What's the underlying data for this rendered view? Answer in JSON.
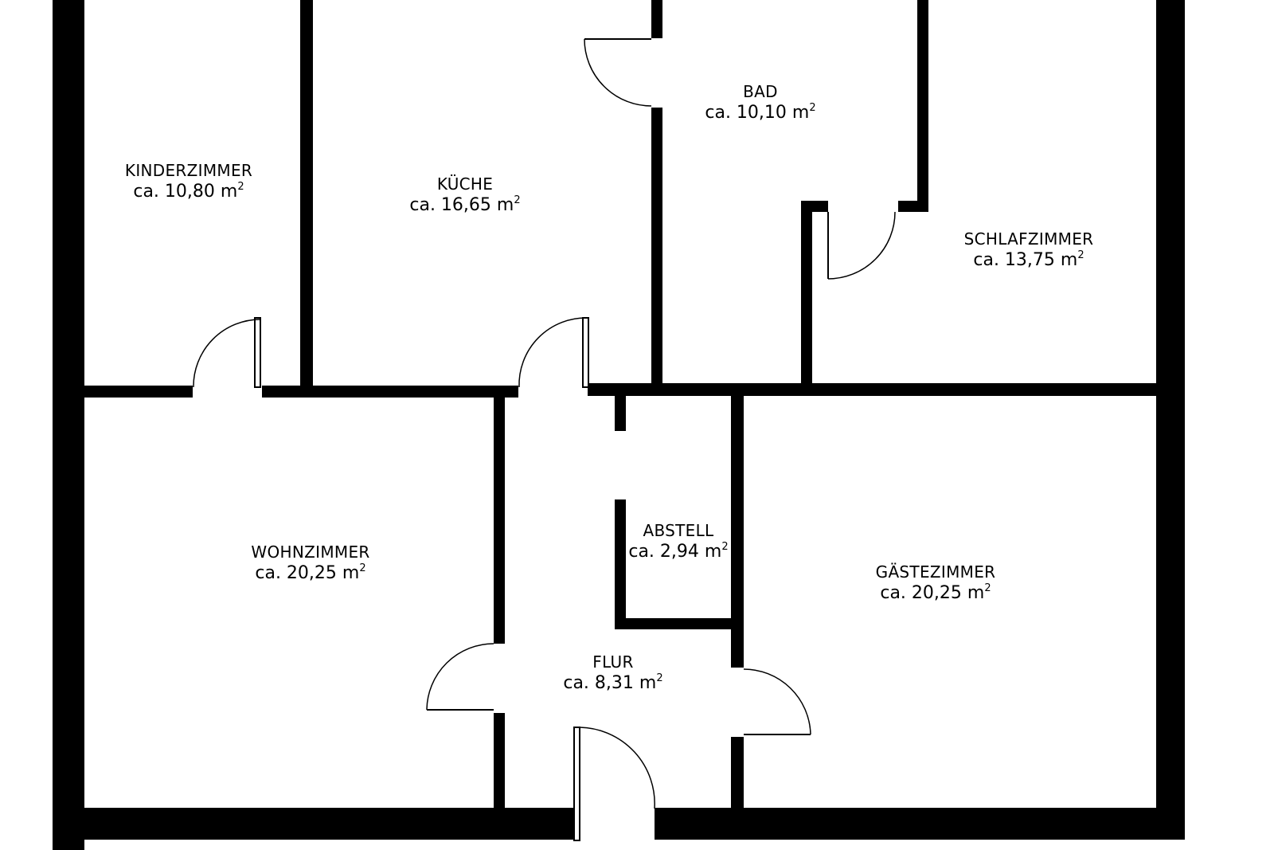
{
  "floorplan": {
    "colors": {
      "wall": "#000000",
      "background": "#ffffff"
    },
    "area_unit": "m",
    "area_unit_exponent": "2",
    "rooms": [
      {
        "id": "kinderzimmer",
        "name": "KINDERZIMMER",
        "area": "ca. 10,80"
      },
      {
        "id": "kueche",
        "name": "KÜCHE",
        "area": "ca. 16,65"
      },
      {
        "id": "bad",
        "name": "BAD",
        "area": "ca. 10,10"
      },
      {
        "id": "schlafzimmer",
        "name": "SCHLAFZIMMER",
        "area": "ca. 13,75"
      },
      {
        "id": "wohnzimmer",
        "name": "WOHNZIMMER",
        "area": "ca. 20,25"
      },
      {
        "id": "abstell",
        "name": "ABSTELL",
        "area": "ca. 2,94"
      },
      {
        "id": "gaestezimmer",
        "name": "GÄSTEZIMMER",
        "area": "ca. 20,25"
      },
      {
        "id": "flur",
        "name": "FLUR",
        "area": "ca. 8,31"
      }
    ]
  }
}
